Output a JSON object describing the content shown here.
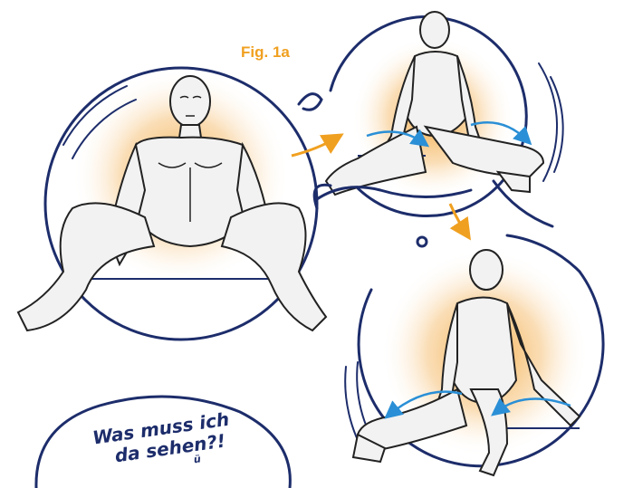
{
  "figure": {
    "label": "Fig. 1a"
  },
  "speech_bubble": {
    "line1": "Was muss ich",
    "line2": "da sehen?!",
    "line3": "ü"
  },
  "colors": {
    "navy": "#1d2d6b",
    "orange": "#f0a020",
    "glow": "#f3a73a",
    "blue_arrow": "#2a8fd6",
    "skin": "#f2f2f2"
  },
  "illustrations": [
    "seated-figure-front",
    "seated-figure-side-rotation-right",
    "seated-figure-side-rotation-left"
  ]
}
